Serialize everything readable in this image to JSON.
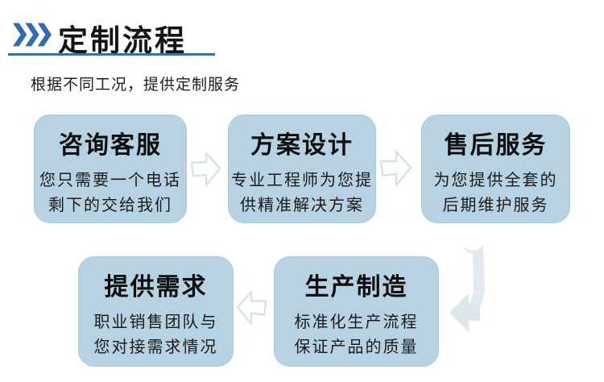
{
  "header": {
    "title": "定制流程",
    "subtitle": "根据不同工况，提供定制服务",
    "icon": "triple-chevron-icon",
    "accent_color": "#336cac",
    "underline_color": "#3d6fa6"
  },
  "flow": {
    "box_fill_color": "#b7d3e3",
    "arrow_outline_color": "#d5e2ea",
    "arrow_fill_color": "#e3eaee",
    "steps": [
      {
        "title": "咨询客服",
        "line1": "您只需要一个电话",
        "line2": "剩下的交给我们"
      },
      {
        "title": "方案设计",
        "line1": "专业工程师为您提",
        "line2": "供精准解决方案"
      },
      {
        "title": "售后服务",
        "line1": "为您提供全套的",
        "line2": "后期维护服务"
      },
      {
        "title": "提供需求",
        "line1": "职业销售团队与",
        "line2": "您对接需求情况"
      },
      {
        "title": "生产制造",
        "line1": "标准化生产流程",
        "line2": "保证产品的质量"
      }
    ],
    "arrows": [
      {
        "name": "arrow-right-icon",
        "from": "咨询客服",
        "to": "方案设计"
      },
      {
        "name": "arrow-right-icon",
        "from": "方案设计",
        "to": "售后服务"
      },
      {
        "name": "arrow-down-curved-icon",
        "from": "售后服务",
        "to": "生产制造"
      },
      {
        "name": "arrow-left-icon",
        "from": "生产制造",
        "to": "提供需求"
      }
    ]
  }
}
